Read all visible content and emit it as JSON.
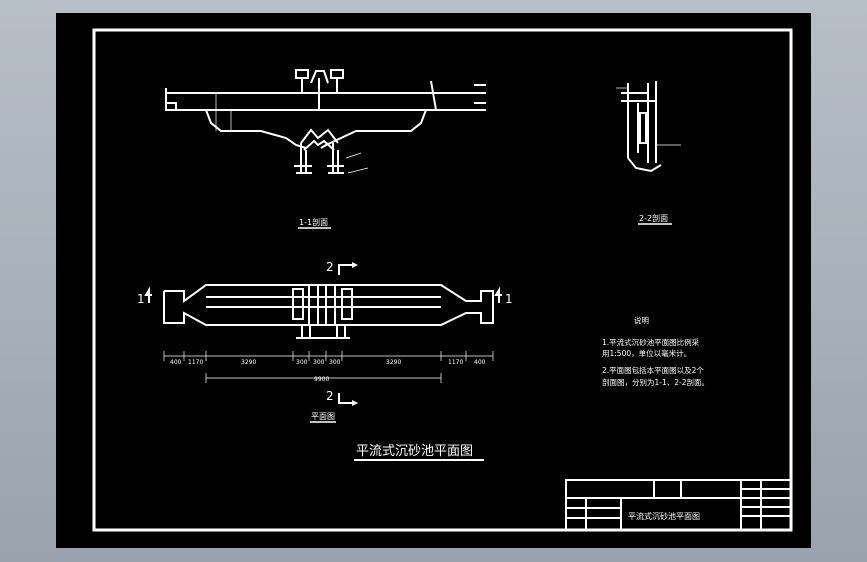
{
  "drawing": {
    "main_title": "平流式沉砂池平面图",
    "sections": {
      "section_1_1": "1-1剖面",
      "section_2_2": "2-2剖面",
      "plan": "平面图"
    },
    "cut_markers": {
      "left": "1",
      "right": "1",
      "top": "2",
      "bottom": "2"
    },
    "dimensions": [
      "400",
      "1170",
      "3290",
      "300",
      "300",
      "300",
      "3290",
      "1170",
      "400",
      "9900"
    ],
    "notes": {
      "heading": "说明",
      "line1": "1.平流式沉砂池平面图比例采",
      "line2": "用1:500，单位以毫米计。",
      "line3": "2.平面图包括本平面图以及2个",
      "line4": "剖面图，分别为1-1、2-2剖面。"
    },
    "title_block": {
      "drawing_name": "平流式沉砂池平面图"
    }
  }
}
